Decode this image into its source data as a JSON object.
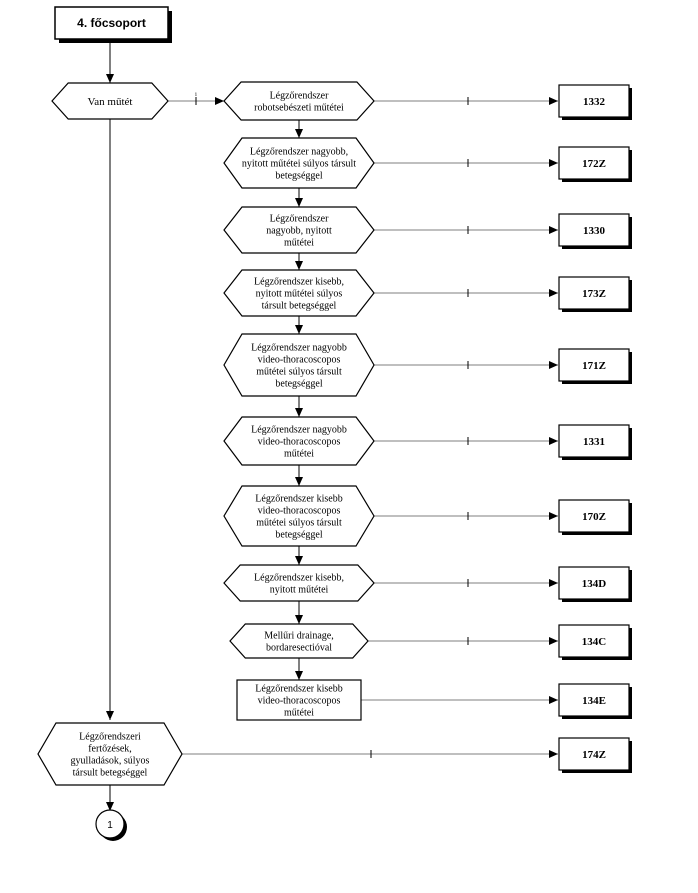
{
  "header": {
    "label": "4. főcsoport"
  },
  "decisions": [
    {
      "id": "van-mutet",
      "lines": [
        "Van műtét"
      ]
    },
    {
      "id": "robot",
      "lines": [
        "Légzőrendszer",
        "robotsebészeti műtétei"
      ]
    },
    {
      "id": "nagy-nyitott-sulyos",
      "lines": [
        "Légzőrendszer nagyobb,",
        "nyitott műtétei súlyos társult",
        "betegséggel"
      ]
    },
    {
      "id": "nagy-nyitott",
      "lines": [
        "Légzőrendszer",
        "nagyobb, nyitott",
        "műtétei"
      ]
    },
    {
      "id": "kis-nyitott-sulyos",
      "lines": [
        "Légzőrendszer kisebb,",
        "nyitott műtétei súlyos",
        "társult betegséggel"
      ]
    },
    {
      "id": "nagy-video-sulyos",
      "lines": [
        "Légzőrendszer nagyobb",
        "video-thoracoscopos",
        "műtétei súlyos társult",
        "betegséggel"
      ]
    },
    {
      "id": "nagy-video",
      "lines": [
        "Légzőrendszer nagyobb",
        "video-thoracoscopos",
        "műtétei"
      ]
    },
    {
      "id": "kis-video-sulyos",
      "lines": [
        "Légzőrendszer kisebb",
        "video-thoracoscopos",
        "műtétei súlyos társult",
        "betegséggel"
      ]
    },
    {
      "id": "kis-nyitott",
      "lines": [
        "Légzőrendszer kisebb,",
        "nyitott műtétei"
      ]
    },
    {
      "id": "mellur",
      "lines": [
        "Mellűri drainage,",
        "bordaresectióval"
      ]
    },
    {
      "id": "fertozes",
      "lines": [
        "Légzőrendszeri",
        "fertőzések,",
        "gyulladások, súlyos",
        "társult betegséggel"
      ]
    }
  ],
  "process_box": {
    "id": "kis-video",
    "lines": [
      "Légzőrendszer kisebb",
      "video-thoracoscopos",
      "műtétei"
    ]
  },
  "outcomes": [
    "1332",
    "172Z",
    "1330",
    "173Z",
    "171Z",
    "1331",
    "170Z",
    "134D",
    "134C",
    "134E",
    "174Z"
  ],
  "branch_label": "i",
  "connector": {
    "label": "1"
  }
}
